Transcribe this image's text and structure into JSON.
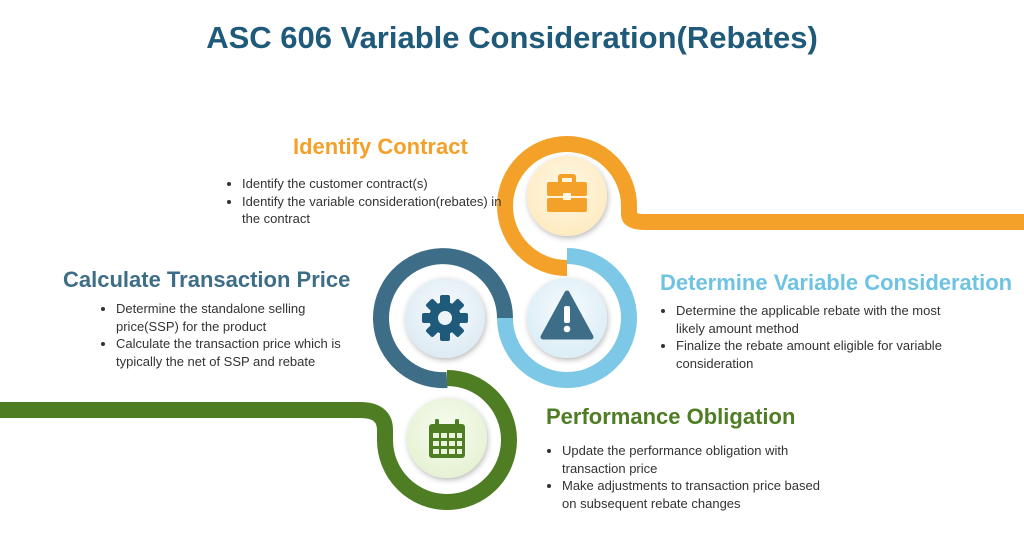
{
  "title": "ASC 606 Variable Consideration(Rebates)",
  "colors": {
    "title": "#1f5a7a",
    "identify": "#f4a12a",
    "calculate": "#3e6e87",
    "determine": "#7cc8e6",
    "performance": "#4e7d23"
  },
  "steps": {
    "identify": {
      "title": "Identify Contract",
      "icon": "briefcase-icon",
      "bullets": [
        "Identify the customer contract(s)",
        "Identify the variable consideration(rebates) in the contract"
      ]
    },
    "calculate": {
      "title": "Calculate Transaction Price",
      "icon": "gear-icon",
      "bullets": [
        "Determine the standalone selling price(SSP) for the product",
        "Calculate the transaction price which is typically the net of SSP and rebate"
      ]
    },
    "determine": {
      "title": "Determine Variable Consideration",
      "icon": "warning-icon",
      "bullets": [
        "Determine the applicable rebate with the most likely amount method",
        "Finalize the rebate amount eligible for variable consideration"
      ]
    },
    "performance": {
      "title": "Performance Obligation",
      "icon": "calendar-icon",
      "bullets": [
        "Update the performance obligation with transaction price",
        "Make adjustments to transaction price based on subsequent rebate changes"
      ]
    }
  }
}
